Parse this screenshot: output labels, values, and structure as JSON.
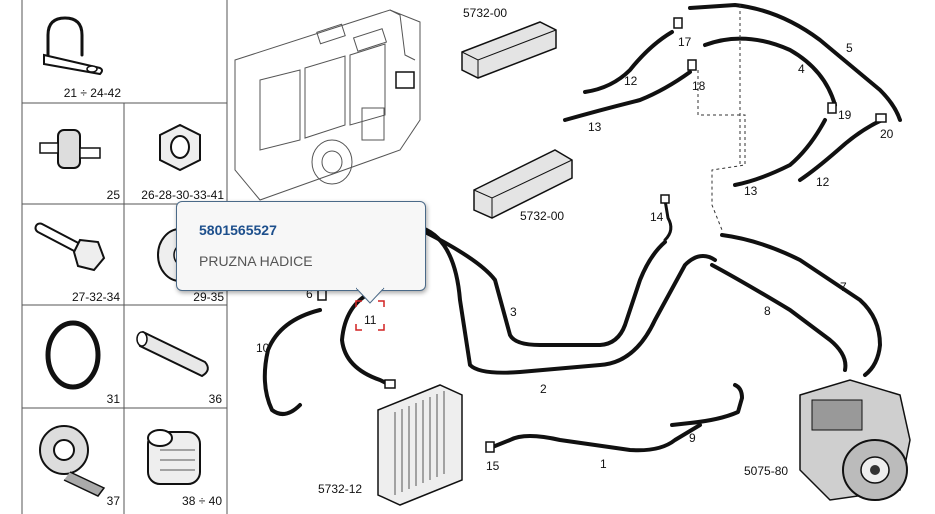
{
  "catalog": {
    "part_labels": [
      {
        "id": "p1",
        "text": "1"
      },
      {
        "id": "p2",
        "text": "2"
      },
      {
        "id": "p3",
        "text": "3"
      },
      {
        "id": "p4",
        "text": "4"
      },
      {
        "id": "p5",
        "text": "5"
      },
      {
        "id": "p6",
        "text": "6"
      },
      {
        "id": "p7",
        "text": "7"
      },
      {
        "id": "p8",
        "text": "8"
      },
      {
        "id": "p9",
        "text": "9"
      },
      {
        "id": "p10",
        "text": "10"
      },
      {
        "id": "p11",
        "text": "11"
      },
      {
        "id": "p12a",
        "text": "12"
      },
      {
        "id": "p12b",
        "text": "12"
      },
      {
        "id": "p13a",
        "text": "13"
      },
      {
        "id": "p13b",
        "text": "13"
      },
      {
        "id": "p14",
        "text": "14"
      },
      {
        "id": "p15",
        "text": "15"
      },
      {
        "id": "p17",
        "text": "17"
      },
      {
        "id": "p18",
        "text": "18"
      },
      {
        "id": "p19",
        "text": "19"
      },
      {
        "id": "p20",
        "text": "20"
      }
    ],
    "assembly_labels": [
      {
        "id": "a1",
        "text": "5732-00"
      },
      {
        "id": "a2",
        "text": "5732-00"
      },
      {
        "id": "a3",
        "text": "5732-12"
      },
      {
        "id": "a4",
        "text": "5075-80"
      }
    ],
    "sidebar_cells": [
      {
        "label": "21 ÷ 24-42",
        "icon": "clamp-icon"
      },
      {
        "label": "25",
        "icon": "damper-icon"
      },
      {
        "label": "26-28-30-33-41",
        "icon": "nut-icon"
      },
      {
        "label": "27-32-34",
        "icon": "bolt-icon"
      },
      {
        "label": "29-35",
        "icon": "washer-icon"
      },
      {
        "label": "31",
        "icon": "o-ring-icon"
      },
      {
        "label": "36",
        "icon": "sleeve-icon"
      },
      {
        "label": "37",
        "icon": "tape-roll-icon"
      },
      {
        "label": "38 ÷ 40",
        "icon": "hose-fitting-icon"
      }
    ],
    "tooltip": {
      "part_number": "5801565527",
      "description": "PRUZNA HADICE"
    },
    "colors": {
      "tooltip_border": "#4b6a88",
      "tooltip_code": "#1d4f8c",
      "highlight_marker": "#d22222"
    }
  }
}
